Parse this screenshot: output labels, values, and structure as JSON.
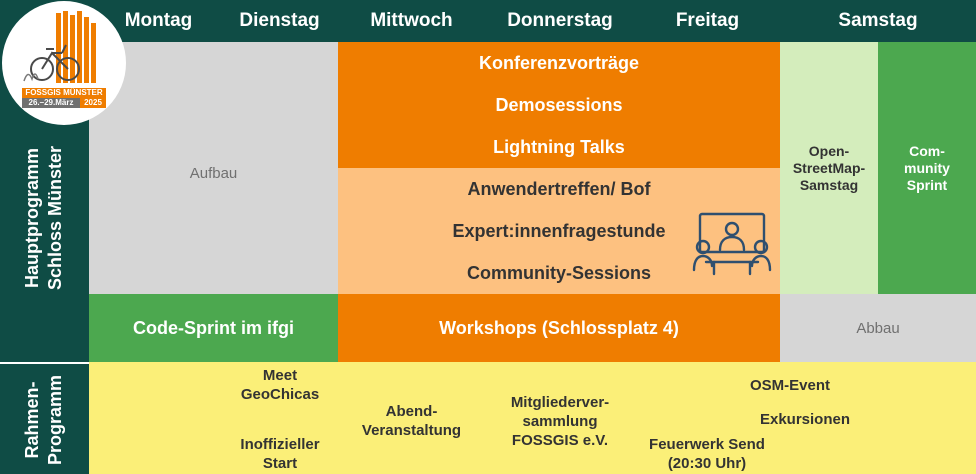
{
  "colors": {
    "header_bg": "#0f4c45",
    "gray": "#d6d6d6",
    "orange": "#ef7d00",
    "light_orange": "#fdc180",
    "light_green": "#d4edbc",
    "green": "#4ca84f",
    "yellow": "#fbef78"
  },
  "days": [
    "Montag",
    "Dienstag",
    "Mittwoch",
    "Donnerstag",
    "Freitag",
    "Samstag"
  ],
  "logo": {
    "name": "FOSSGIS",
    "city": "MÜNSTER",
    "dates": "26.–29.März",
    "year": "2025"
  },
  "side_labels": {
    "main": [
      "Hauptprogramm",
      "Schloss Münster"
    ],
    "side": [
      "Rahmen-",
      "Programm"
    ]
  },
  "main": {
    "setup": "Aufbau",
    "conference": [
      "Konferenzvorträge",
      "Demosessions",
      "Lightning Talks"
    ],
    "community": [
      "Anwendertreffen/ Bof",
      "Expert:innenfragestunde",
      "Community-Sessions"
    ],
    "osm_saturday": [
      "Open-",
      "StreetMap-",
      "Samstag"
    ],
    "community_sprint": [
      "Com-",
      "munity",
      "Sprint"
    ]
  },
  "row_two": {
    "code_sprint": "Code-Sprint im ifgi",
    "workshops": "Workshops (Schlossplatz 4)",
    "teardown": "Abbau"
  },
  "events": {
    "geochicas": [
      "Meet",
      "GeoChicas"
    ],
    "inofficial_start": [
      "Inoffizieller",
      "Start"
    ],
    "evening": [
      "Abend-",
      "Veranstaltung"
    ],
    "assembly": [
      "Mitgliederver-",
      "sammlung",
      "FOSSGIS e.V."
    ],
    "osm_event": "OSM-Event",
    "excursions": "Exkursionen",
    "fireworks": [
      "Feuerwerk Send",
      "(20:30 Uhr)"
    ]
  },
  "icons": {
    "meeting": "meeting-table-icon"
  }
}
